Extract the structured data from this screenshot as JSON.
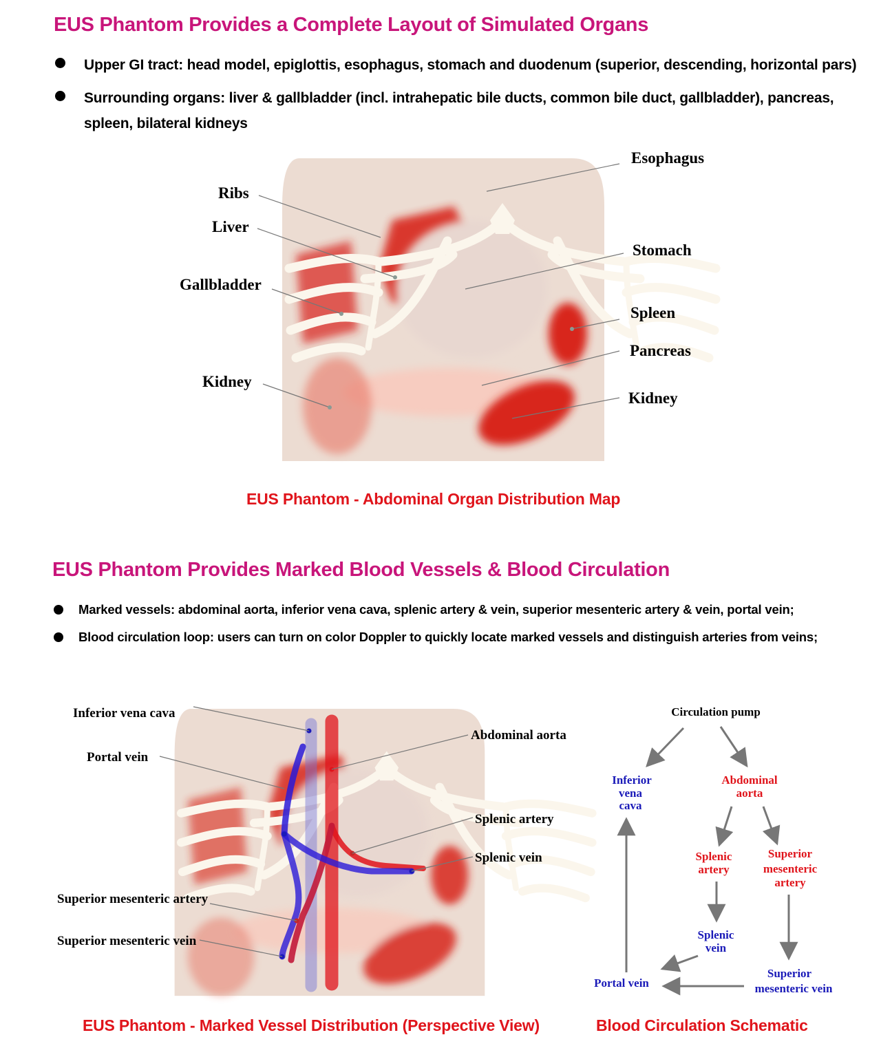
{
  "section1": {
    "heading": "EUS Phantom Provides a Complete Layout of Simulated Organs",
    "bullets": [
      "Upper GI tract: head model, epiglottis, esophagus, stomach and duodenum (superior, descending, horizontal pars)",
      "Surrounding organs: liver & gallbladder (incl. intrahepatic bile ducts, common bile duct, gallbladder), pancreas, spleen, bilateral kidneys"
    ],
    "labels": {
      "esophagus": "Esophagus",
      "ribs": "Ribs",
      "liver": "Liver",
      "stomach": "Stomach",
      "gallbladder": "Gallbladder",
      "spleen": "Spleen",
      "pancreas": "Pancreas",
      "kidney_left": "Kidney",
      "kidney_right": "Kidney"
    },
    "caption": "EUS Phantom - Abdominal Organ Distribution Map"
  },
  "section2": {
    "heading": "EUS Phantom Provides Marked Blood Vessels & Blood Circulation",
    "bullets": [
      "Marked vessels: abdominal aorta, inferior vena cava, splenic artery & vein, superior mesenteric artery & vein, portal vein;",
      "Blood circulation loop: users can turn on color Doppler to quickly locate marked vessels and distinguish arteries from veins;"
    ],
    "labels": {
      "ivc": "Inferior vena cava",
      "aorta": "Abdominal aorta",
      "portal": "Portal vein",
      "splenic_artery": "Splenic artery",
      "splenic_vein": "Splenic vein",
      "sma": "Superior mesenteric artery",
      "smv": "Superior mesenteric vein"
    },
    "caption_view": "EUS Phantom - Marked Vessel Distribution (Perspective View)",
    "schematic": {
      "pump": "Circulation pump",
      "ivc": [
        "Inferior",
        "vena",
        "cava"
      ],
      "aorta": [
        "Abdominal",
        "aorta"
      ],
      "splenic_artery": [
        "Splenic",
        "artery"
      ],
      "sma": [
        "Superior",
        "mesenteric",
        "artery"
      ],
      "splenic_vein": [
        "Splenic",
        "vein"
      ],
      "portal": "Portal vein",
      "smv": [
        "Superior",
        "mesenteric vein"
      ]
    },
    "caption_schematic": "Blood Circulation Schematic"
  },
  "colors": {
    "heading": "#c8157a",
    "caption": "#e0141b",
    "artery": "#e0141b",
    "vein": "#1a1ab8",
    "phantom_body": "#ecdcd2",
    "bone": "#fbf6ec",
    "organ_red": "#d8261e"
  }
}
